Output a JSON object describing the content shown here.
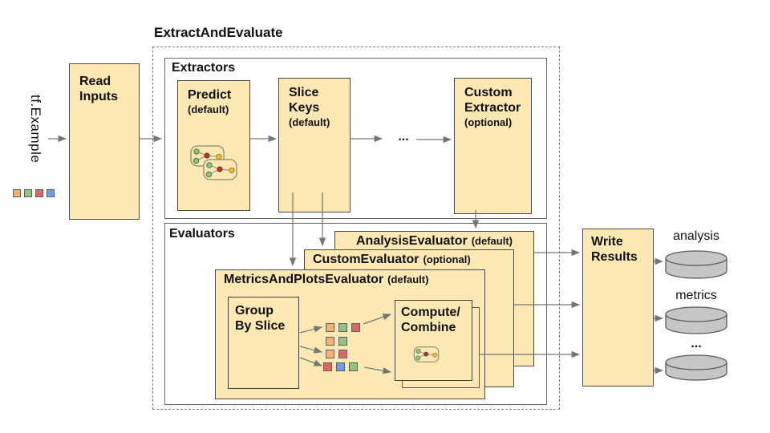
{
  "title": "ExtractAndEvaluate",
  "input": {
    "label": "tf.Example",
    "squares": [
      "#F6B26B",
      "#93C47D",
      "#E06666",
      "#6D9EEB"
    ]
  },
  "read_inputs": {
    "label": "Read\nInputs"
  },
  "extractors": {
    "label": "Extractors",
    "ellipsis": "...",
    "items": [
      {
        "name": "Predict",
        "qualifier": "(default)"
      },
      {
        "name": "Slice\nKeys",
        "qualifier": "(default)"
      },
      {
        "name": "Custom\nExtractor",
        "qualifier": "(optional)"
      }
    ]
  },
  "evaluators": {
    "label": "Evaluators",
    "stack": [
      {
        "name": "AnalysisEvaluator",
        "qualifier": "(default)"
      },
      {
        "name": "CustomEvaluator",
        "qualifier": "(optional)"
      },
      {
        "name": "MetricsAndPlotsEvaluator",
        "qualifier": "(default)"
      }
    ],
    "group_by_slice": {
      "label": "Group\nBy Slice"
    },
    "compute_combine": {
      "label": "Compute/\nCombine"
    },
    "slice_rows": [
      [
        "#F6B26B",
        "#93C47D",
        "#E06666"
      ],
      [
        "#F6B26B",
        "#93C47D"
      ],
      [
        "#F6B26B",
        "#E06666"
      ],
      [
        "#E06666",
        "#6D9EEB",
        "#93C47D"
      ]
    ]
  },
  "write_results": {
    "label": "Write\nResults"
  },
  "outputs": [
    {
      "label": "analysis"
    },
    {
      "label": "metrics"
    },
    {
      "label": "..."
    }
  ],
  "colors": {
    "box_fill": "#FCE8B2",
    "box_border": "#4a4a4a",
    "container_border": "#666666",
    "arrow": "#757575",
    "datastore_fill": "#C6C6C6",
    "datastore_border": "#595959"
  }
}
